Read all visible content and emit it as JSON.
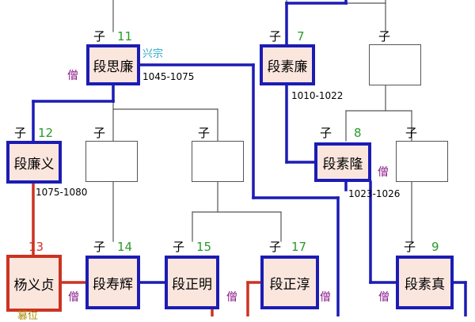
{
  "relation_label": "子",
  "monk_label": "僧",
  "colors": {
    "main_line": "#1c1cb4",
    "other_line": "#555555",
    "red_line": "#cc3322",
    "num": "#2a9a2a",
    "monk": "#8a1a8a"
  },
  "people": {
    "siLian": {
      "name": "段思廉",
      "num": "11",
      "years": "1045-1075",
      "miao": "兴宗"
    },
    "suLian": {
      "name": "段素廉",
      "num": "7",
      "years": "1010-1022"
    },
    "lianYi": {
      "name": "段廉义",
      "num": "12",
      "years": "1075-1080"
    },
    "suLong": {
      "name": "段素隆",
      "num": "8",
      "years": "1023-1026"
    },
    "yangYizhen": {
      "name": "杨义贞",
      "num": "13"
    },
    "shouHui": {
      "name": "段寿辉",
      "num": "14"
    },
    "zhengMing": {
      "name": "段正明",
      "num": "15"
    },
    "zhengChun": {
      "name": "段正淳",
      "num": "17"
    },
    "suZhen": {
      "name": "段素真",
      "num": "9"
    }
  },
  "bottom_fragment": "篡位"
}
